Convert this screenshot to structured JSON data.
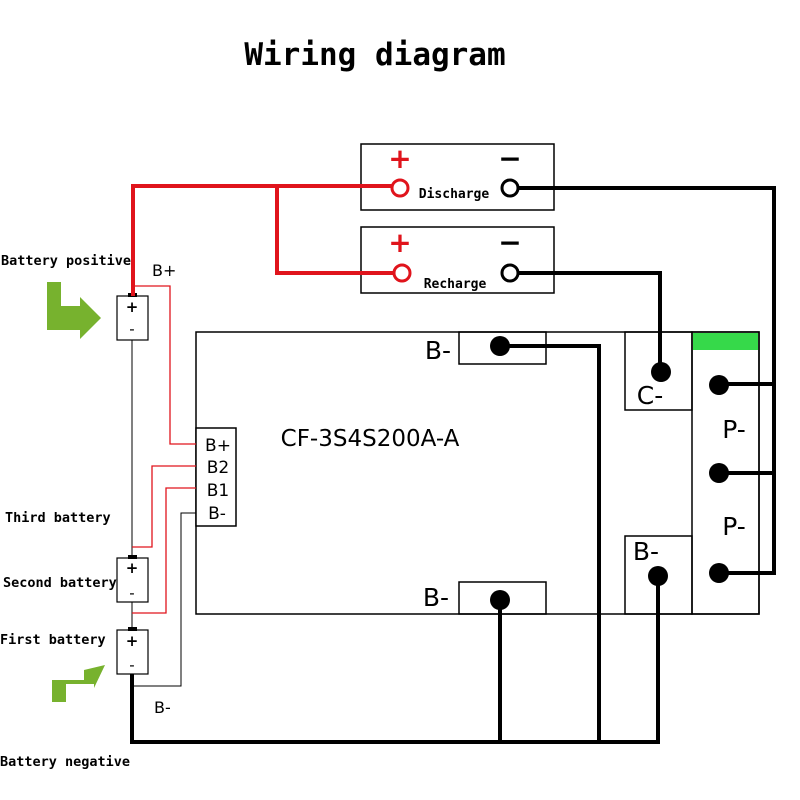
{
  "title": "Wiring diagram",
  "board": {
    "model": "CF-3S4S200A-A",
    "balance_pins": [
      "B+",
      "B2",
      "B1",
      "B-"
    ],
    "pad_bminus_top": "B-",
    "pad_bminus_bottom": "B-",
    "pad_cminus": "C-",
    "pad_pminus_1": "P-",
    "pad_pminus_2": "P-",
    "pad_bminus_right": "B-"
  },
  "ports": {
    "discharge": "Discharge",
    "recharge": "Recharge",
    "plus": "+",
    "minus": "−"
  },
  "labels": {
    "battery_positive": "Battery positive",
    "battery_negative": "Battery negative",
    "third_battery": "Third battery",
    "second_battery": "Second battery",
    "first_battery": "First battery",
    "bplus_top": "B+",
    "bminus_bottom": "B-"
  },
  "cell": {
    "plus": "+",
    "minus": "-"
  },
  "colors": {
    "red_wire": "#e0141c",
    "black_wire": "#000000",
    "arrow_green": "#77b22e",
    "pad_green": "#36d94a"
  }
}
